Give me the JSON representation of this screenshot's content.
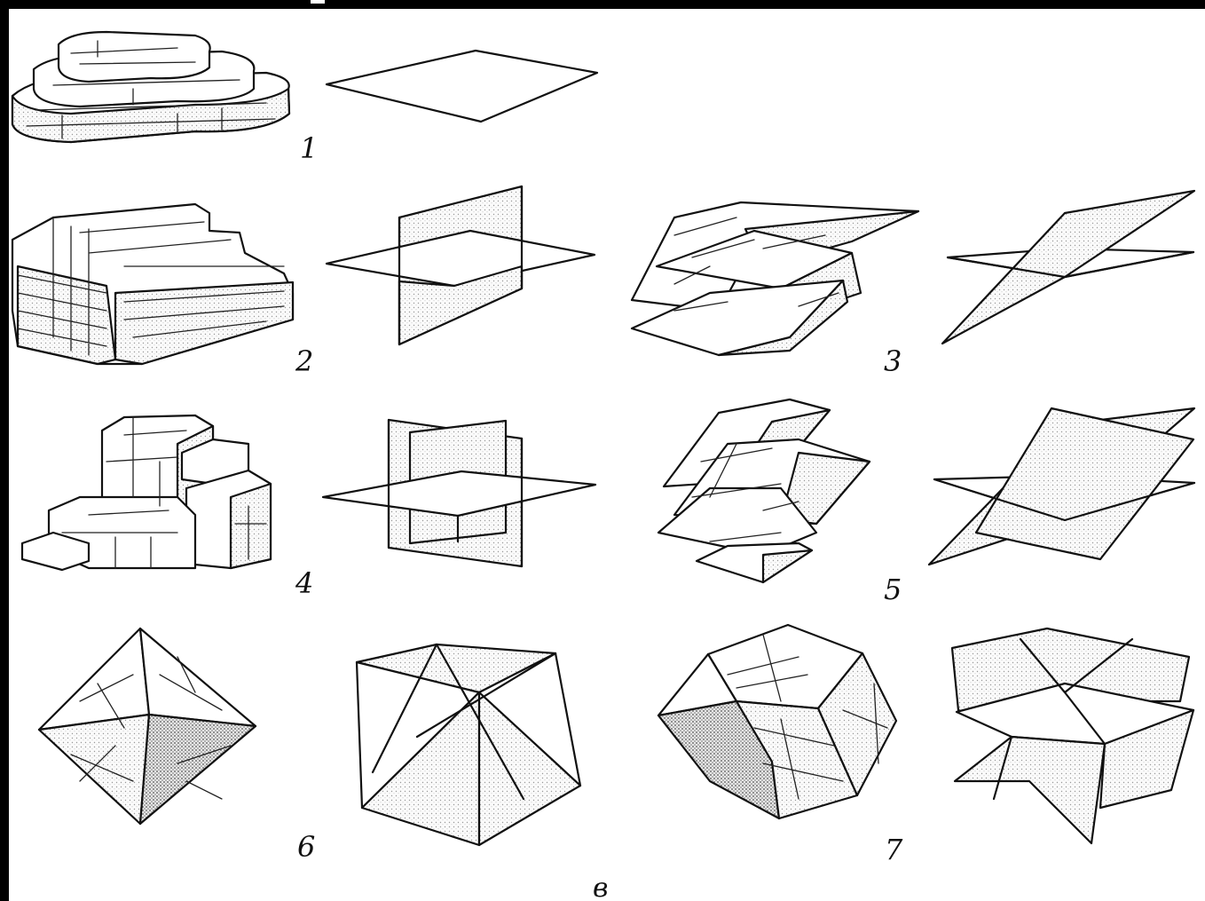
{
  "figure": {
    "labels": [
      "1",
      "2",
      "3",
      "4",
      "5",
      "6",
      "7"
    ],
    "caption": "в"
  }
}
